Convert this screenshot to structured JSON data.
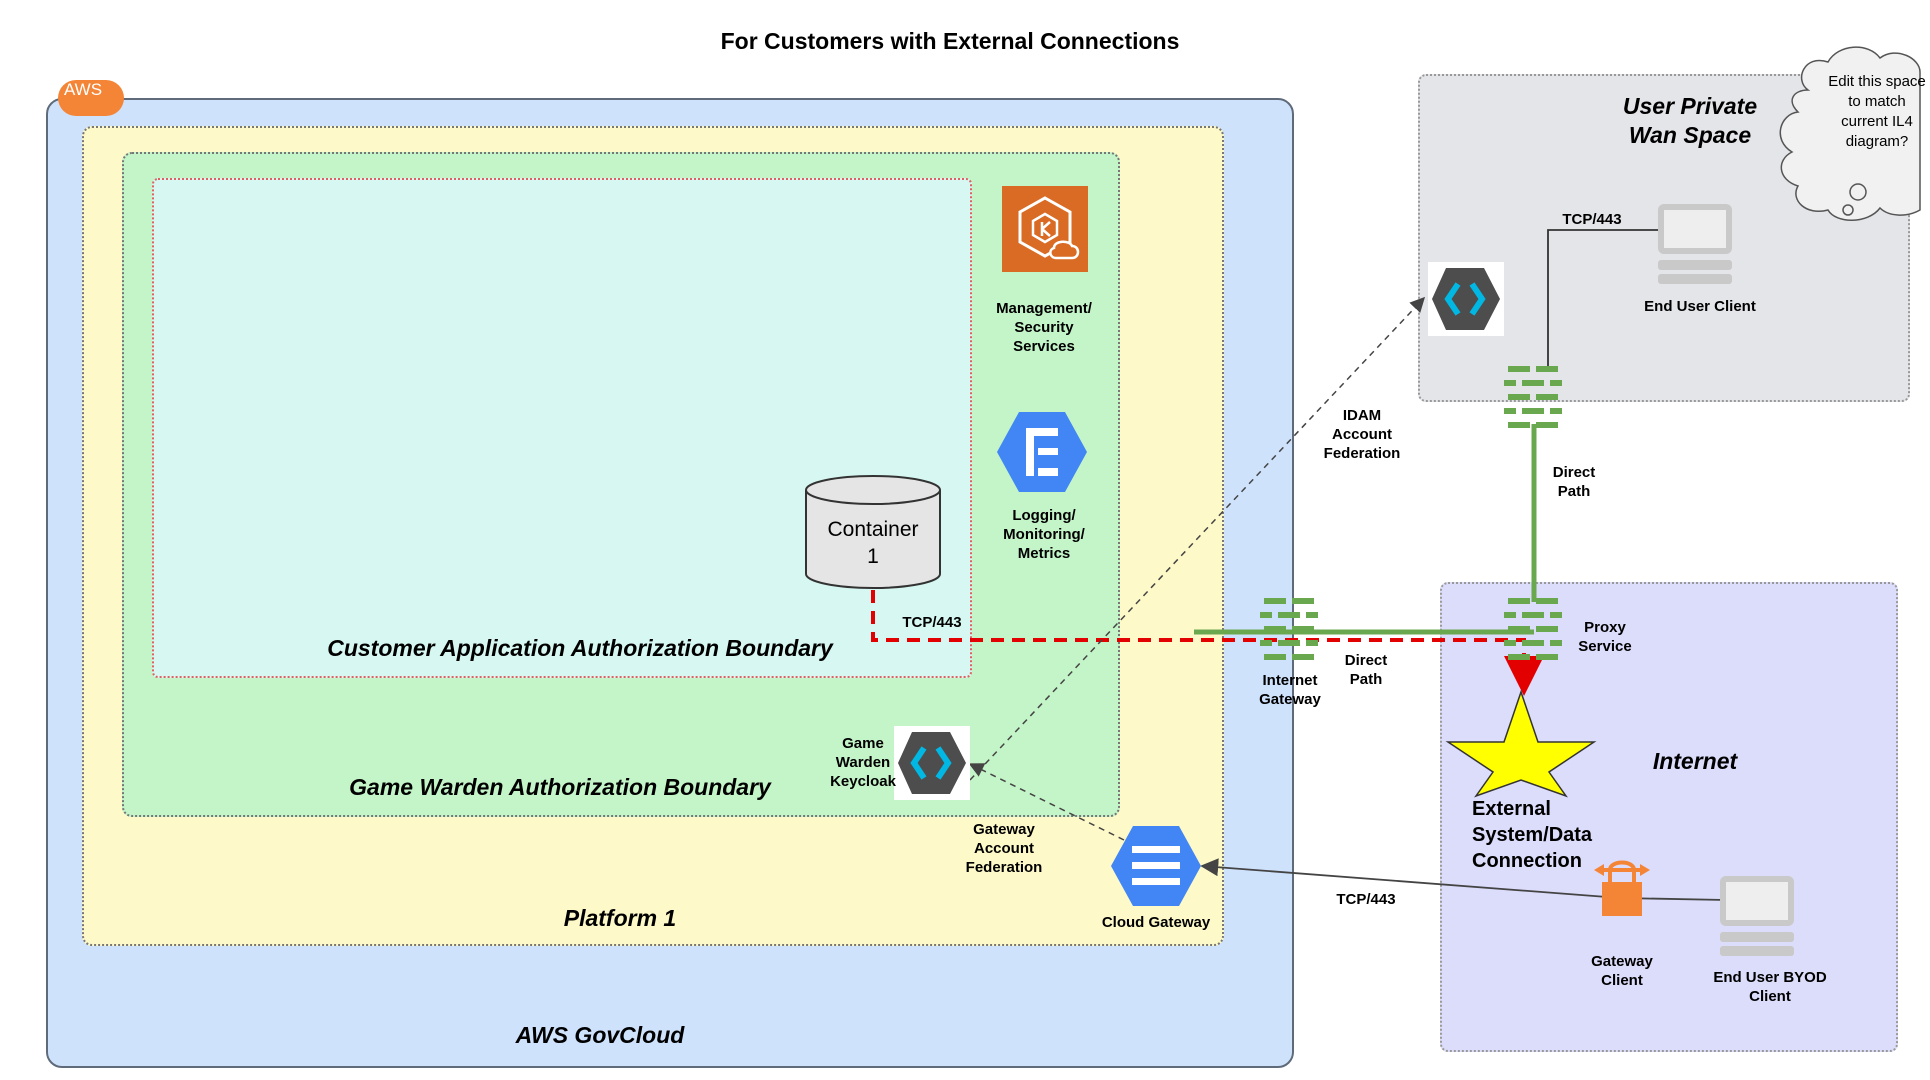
{
  "title": "For Customers with External Connections",
  "badge_aws": "AWS",
  "boundaries": {
    "aws_govcloud": "AWS GovCloud",
    "platform1": "Platform 1",
    "game_warden": "Game Warden Authorization Boundary",
    "customer_app": "Customer Application Authorization Boundary",
    "user_private_wan": "User Private Wan Space",
    "internet": "Internet"
  },
  "nodes": {
    "management": "Management/ Security Services",
    "logging": "Logging/ Monitoring/ Metrics",
    "container": "Container 1",
    "keycloak": "Game Warden Keycloak",
    "cloud_gateway": "Cloud Gateway",
    "internet_gateway": "Internet Gateway",
    "proxy_service": "Proxy Service",
    "external_system": "External System/Data Connection",
    "end_user_client": "End User Client",
    "gateway_client": "Gateway Client",
    "end_user_byod": "End User BYOD Client"
  },
  "edges": {
    "tcp_container": "TCP/443",
    "tcp_end_user": "TCP/443",
    "tcp_byod": "TCP/443",
    "direct_path_wan": "Direct Path",
    "direct_path_igw": "Direct Path",
    "idam": "IDAM Account Federation",
    "gateway_fed": "Gateway Account Federation"
  },
  "note": "Edit this space to match current IL4 diagram?",
  "colors": {
    "aws_fill": "#cfe2fc",
    "platform_fill": "#fdf9c8",
    "game_warden_fill": "#c4f5c8",
    "customer_fill": "#d7f8f2",
    "wan_fill": "#e4e5e9",
    "internet_fill": "#dcdcfb",
    "green_link": "#6aa84f",
    "red_link": "#e30000",
    "aws_orange": "#f58536"
  }
}
